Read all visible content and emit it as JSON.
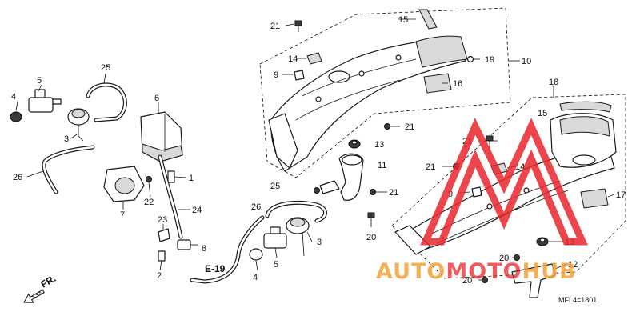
{
  "diagram": {
    "callouts": {
      "c1": "1",
      "c2": "2",
      "c3a": "3",
      "c3b": "3",
      "c4a": "4",
      "c4b": "4",
      "c5a": "5",
      "c5b": "5",
      "c6": "6",
      "c7": "7",
      "c8": "8",
      "c9a": "9",
      "c9b": "9",
      "c10": "10",
      "c11": "11",
      "c12": "12",
      "c13a": "13",
      "c13b": "13",
      "c14a": "14",
      "c14b": "14",
      "c15a": "15",
      "c15b": "15",
      "c16": "16",
      "c17": "17",
      "c18": "18",
      "c19": "19",
      "c20a": "20",
      "c20b": "20",
      "c20c": "20",
      "c21a": "21",
      "c21b": "21",
      "c21c": "21",
      "c21d": "21",
      "c21e": "21",
      "c22": "22",
      "c23": "23",
      "c24": "24",
      "c25a": "25",
      "c25b": "25",
      "c26a": "26",
      "c26b": "26"
    },
    "ref_code": "E-19",
    "front_label": "FR.",
    "figure_code": "MFL4=1801",
    "accent_color": "#e8262b",
    "watermark_color": "#f2a23a"
  }
}
